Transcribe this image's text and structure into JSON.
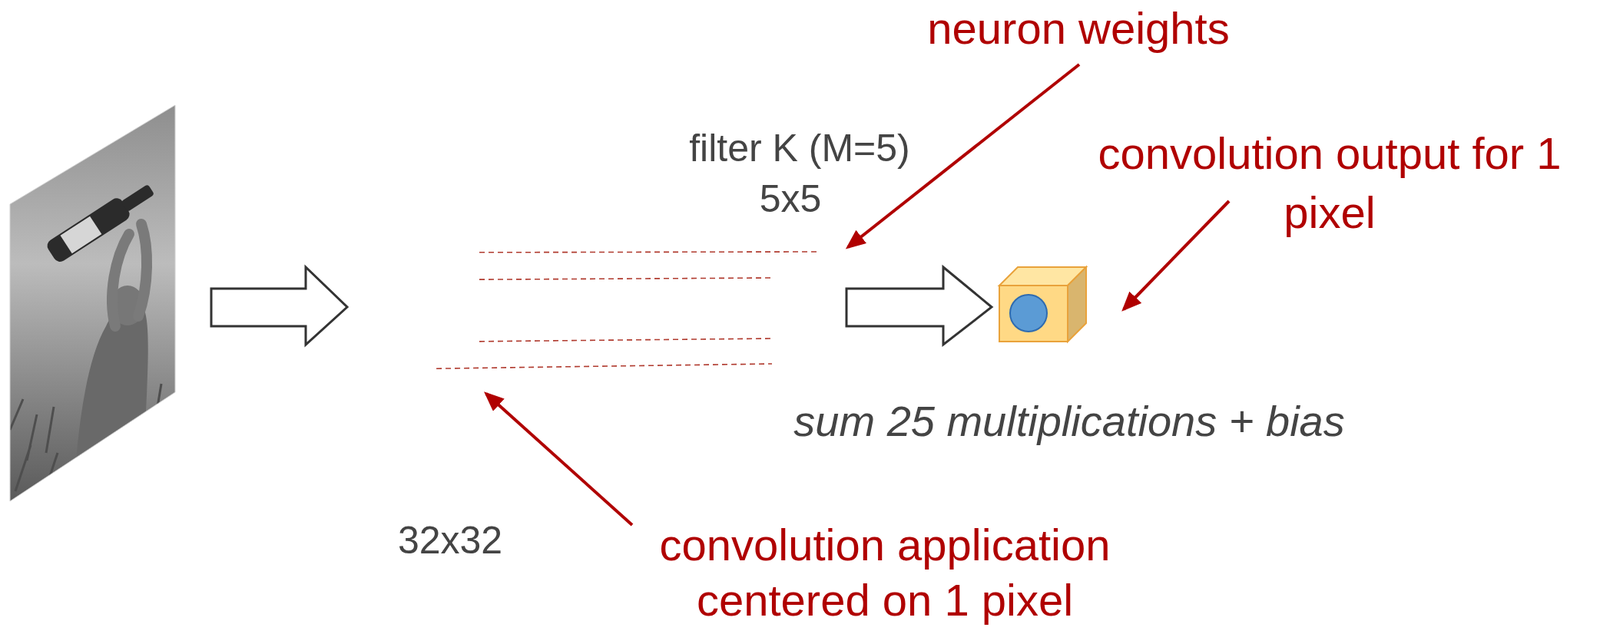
{
  "diagram": {
    "nodes": [
      {
        "text": [
          "32x32"
        ]
      },
      {
        "text": [
          "filter K (M=5)",
          "5x5"
        ]
      }
    ],
    "edges": [
      {
        "from": 0,
        "to": 1,
        "arrow": "none"
      }
    ],
    "labels": [
      "neuron weights",
      "convolution output for 1 pixel",
      "sum 25 multiplications + bias",
      "convolution application centered on 1 pixel"
    ]
  }
}
